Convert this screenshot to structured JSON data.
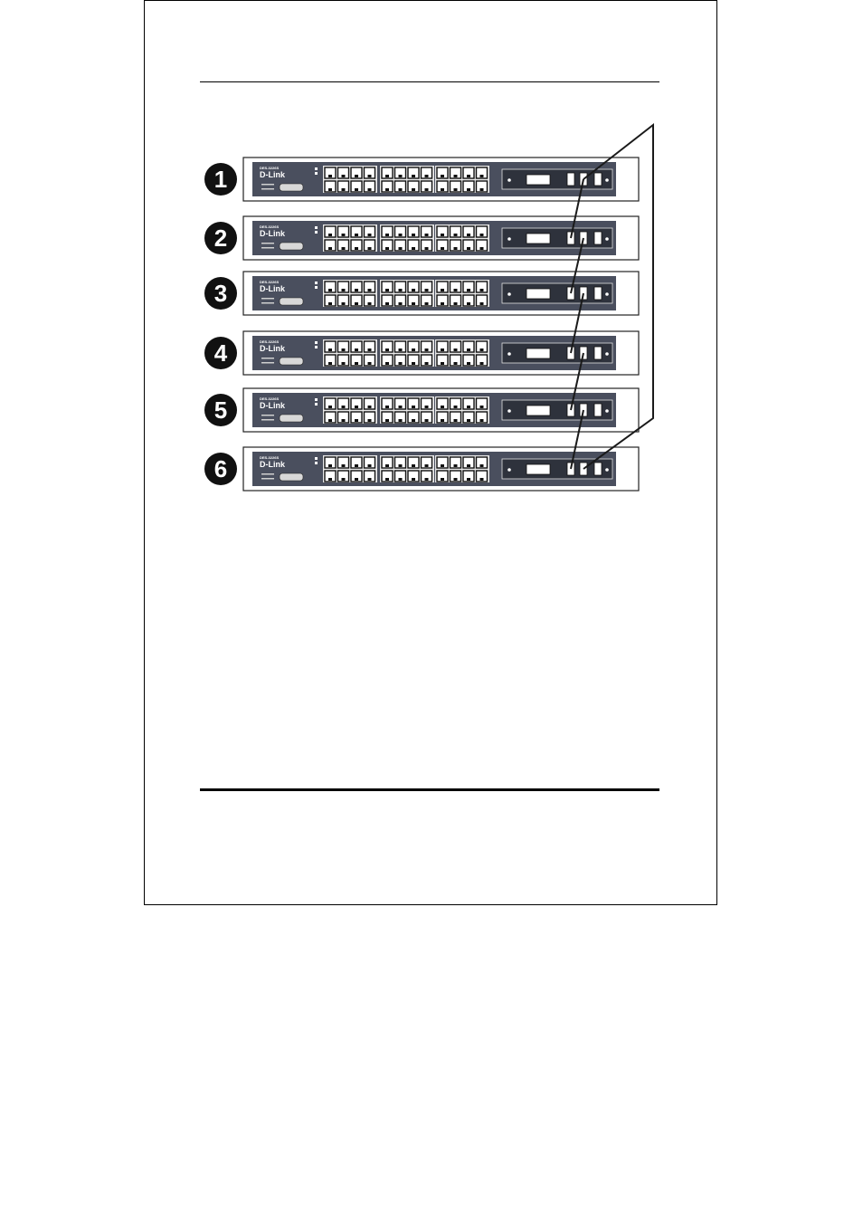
{
  "diagram": {
    "switches": [
      {
        "number": "1",
        "model": "DES-3226S",
        "brand": "D-Link"
      },
      {
        "number": "2",
        "model": "DES-3226S",
        "brand": "D-Link"
      },
      {
        "number": "3",
        "model": "DES-3226S",
        "brand": "D-Link"
      },
      {
        "number": "4",
        "model": "DES-3226S",
        "brand": "D-Link"
      },
      {
        "number": "5",
        "model": "DES-3226S",
        "brand": "D-Link"
      },
      {
        "number": "6",
        "model": "DES-3226S",
        "brand": "D-Link"
      }
    ],
    "colors": {
      "panel": "#4a4f5e",
      "badge": "#111111",
      "cable": "#1a1a1a",
      "port": "#ffffff"
    },
    "icons": {
      "switch": "network-switch-icon",
      "cable": "stacking-cable-line"
    }
  }
}
